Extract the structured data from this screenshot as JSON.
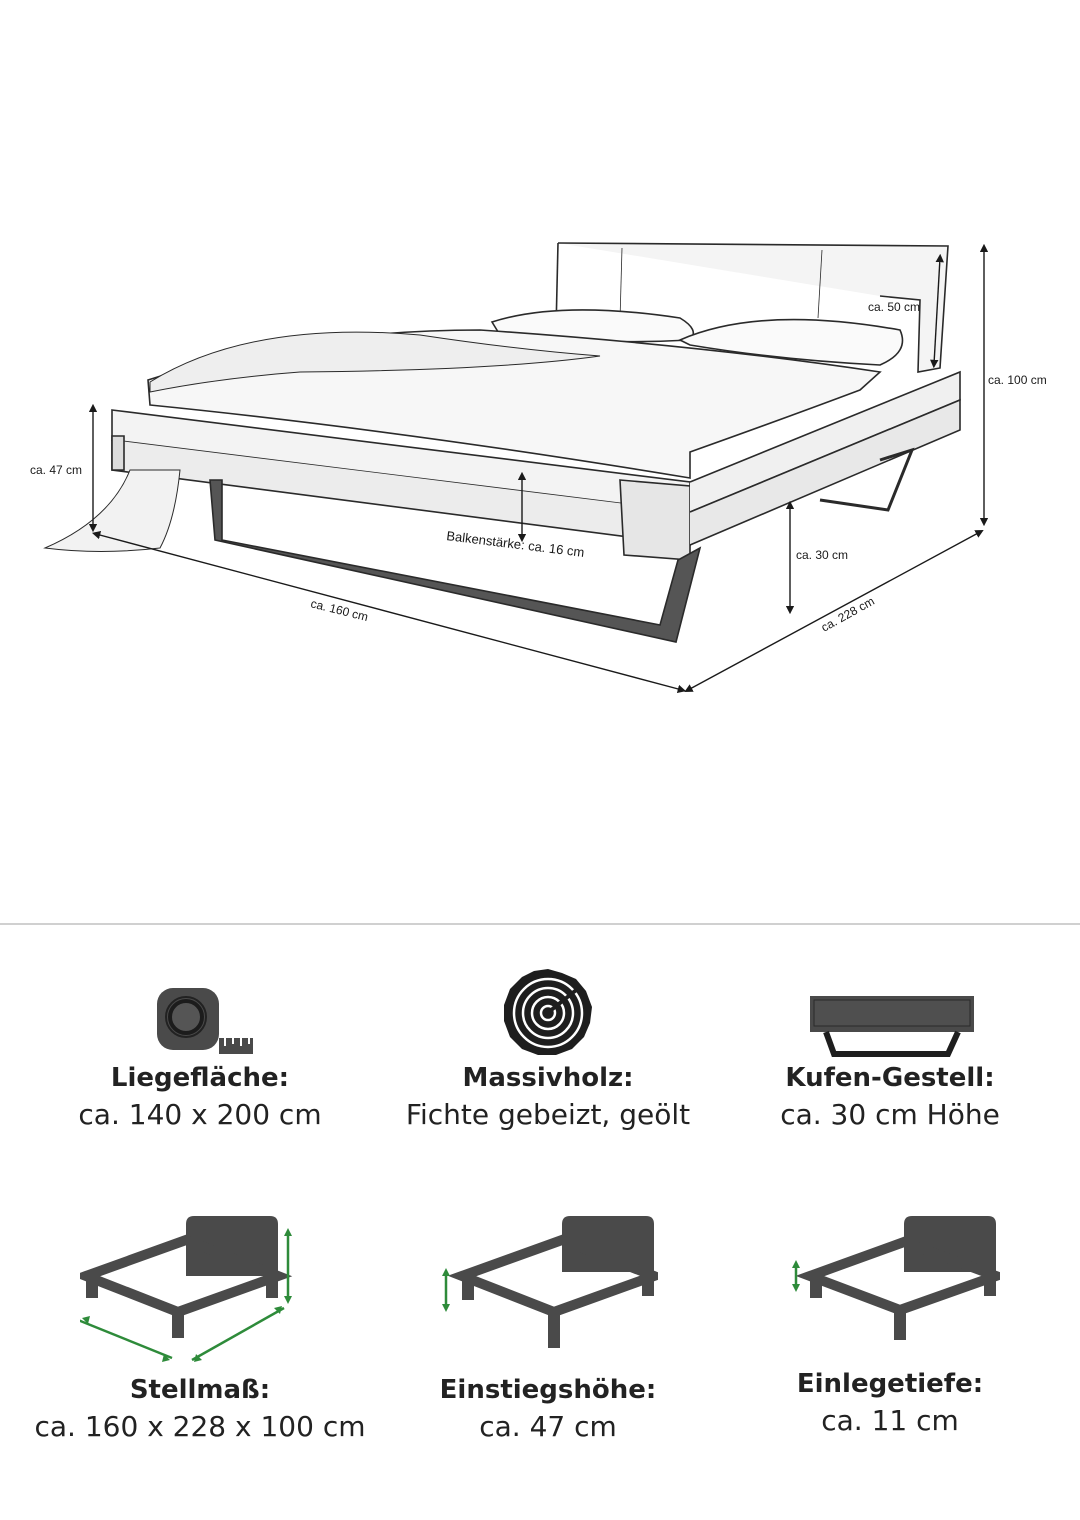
{
  "diagram": {
    "labels": {
      "headboard_height": "ca. 50 cm",
      "total_height": "ca. 100 cm",
      "entry_height": "ca. 47 cm",
      "beam_thickness": "Balkenstärke: ca. 16 cm",
      "runner_height": "ca. 30 cm",
      "width": "ca. 160 cm",
      "length": "ca. 228 cm"
    }
  },
  "features": [
    {
      "title": "Liegefläche:",
      "value": "ca. 140 x 200 cm",
      "icon": "tape-measure-icon"
    },
    {
      "title": "Massivholz:",
      "value": "Fichte gebeizt, geölt",
      "icon": "wood-rings-icon"
    },
    {
      "title": "Kufen-Gestell:",
      "value": "ca. 30 cm Höhe",
      "icon": "runner-frame-icon"
    },
    {
      "title": "Stellmaß:",
      "value": "ca. 160 x 228 x 100 cm",
      "icon": "bed-dimensions-icon"
    },
    {
      "title": "Einstiegshöhe:",
      "value": "ca. 47 cm",
      "icon": "bed-entry-height-icon"
    },
    {
      "title": "Einlegetiefe:",
      "value": "ca. 11 cm",
      "icon": "bed-insert-depth-icon"
    }
  ],
  "colors": {
    "accent_green": "#2e8b3a",
    "icon_gray": "#4a4a4a"
  }
}
